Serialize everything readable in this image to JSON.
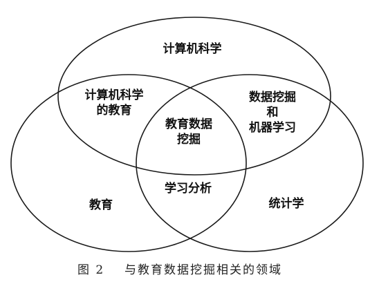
{
  "regions": {
    "computer_science": "计算机科学",
    "cs_and_education_line1": "计算机科学",
    "cs_and_education_line2": "的教育",
    "dm_ml_line1": "数据挖掘",
    "dm_ml_line2": "和",
    "dm_ml_line3": "机器学习",
    "edm_line1": "教育数据",
    "edm_line2": "挖掘",
    "learning_analytics": "学习分析",
    "education": "教育",
    "statistics": "统计学"
  },
  "caption": {
    "figure_number": "图 2",
    "text": "与教育数据挖掘相关的领域"
  },
  "colors": {
    "stroke": "#1a1a1a",
    "text": "#111111"
  }
}
